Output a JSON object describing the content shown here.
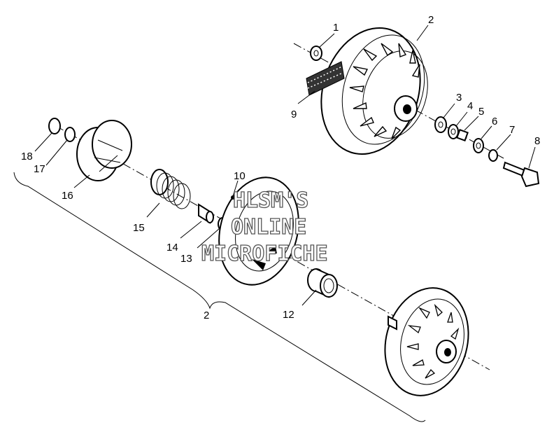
{
  "callouts": [
    {
      "id": "1",
      "label": "1"
    },
    {
      "id": "2a",
      "label": "2"
    },
    {
      "id": "3",
      "label": "3"
    },
    {
      "id": "4",
      "label": "4"
    },
    {
      "id": "5",
      "label": "5"
    },
    {
      "id": "6",
      "label": "6"
    },
    {
      "id": "7",
      "label": "7"
    },
    {
      "id": "8",
      "label": "8"
    },
    {
      "id": "9",
      "label": "9"
    },
    {
      "id": "10",
      "label": "10"
    },
    {
      "id": "12",
      "label": "12"
    },
    {
      "id": "13",
      "label": "13"
    },
    {
      "id": "14",
      "label": "14"
    },
    {
      "id": "15",
      "label": "15"
    },
    {
      "id": "16",
      "label": "16"
    },
    {
      "id": "17",
      "label": "17"
    },
    {
      "id": "18",
      "label": "18"
    },
    {
      "id": "2b",
      "label": "2"
    }
  ],
  "watermark": {
    "line1": "HLSM'S",
    "line2": "ONLINE",
    "line3": "MICROFICHE"
  }
}
